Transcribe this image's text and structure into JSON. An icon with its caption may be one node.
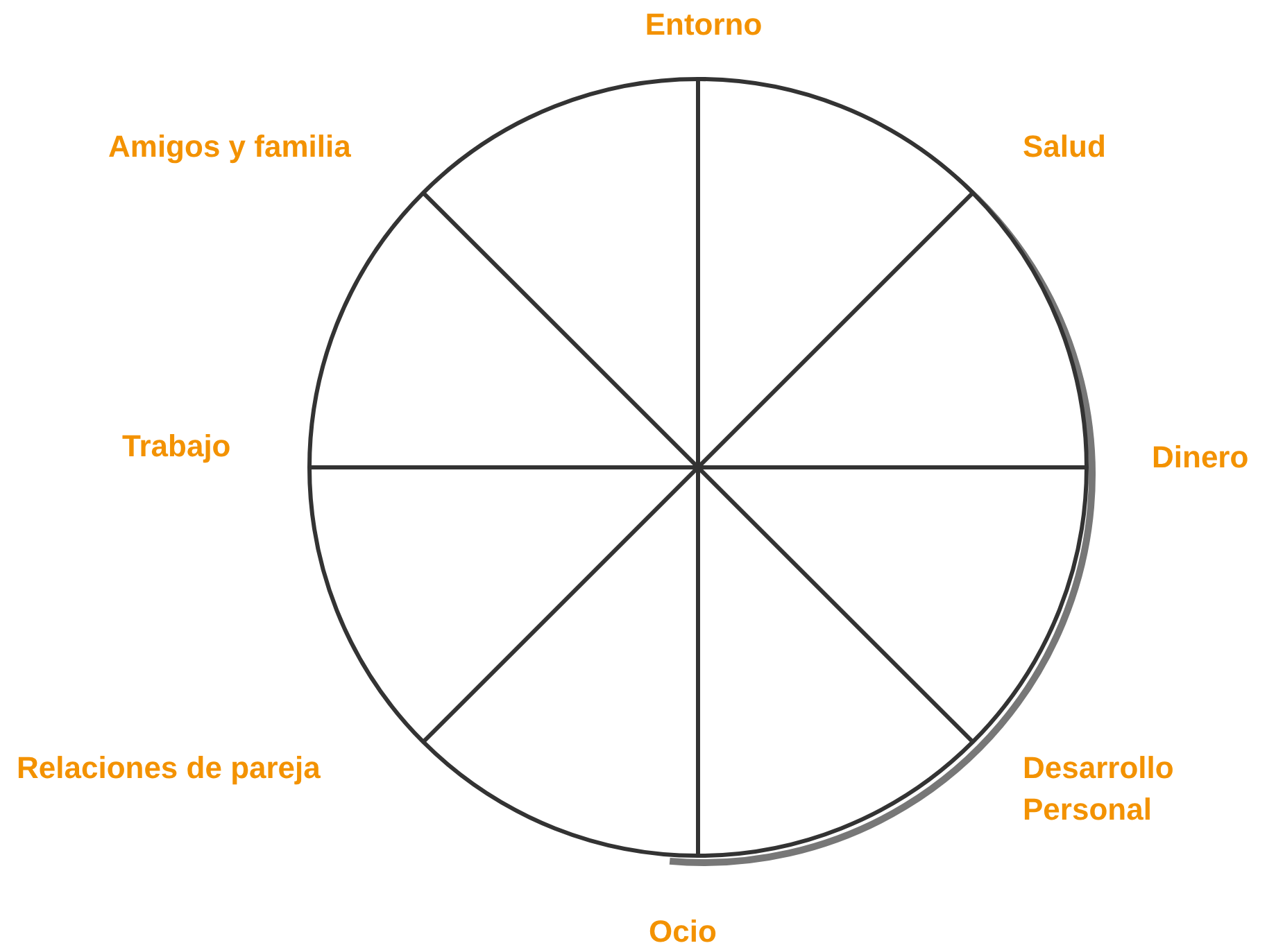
{
  "diagram": {
    "labels": [
      "Entorno",
      "Amigos y familia",
      "Salud",
      "Trabajo",
      "Dinero",
      "Relaciones de pareja",
      "Desarrollo Personal",
      "Ocio"
    ]
  }
}
